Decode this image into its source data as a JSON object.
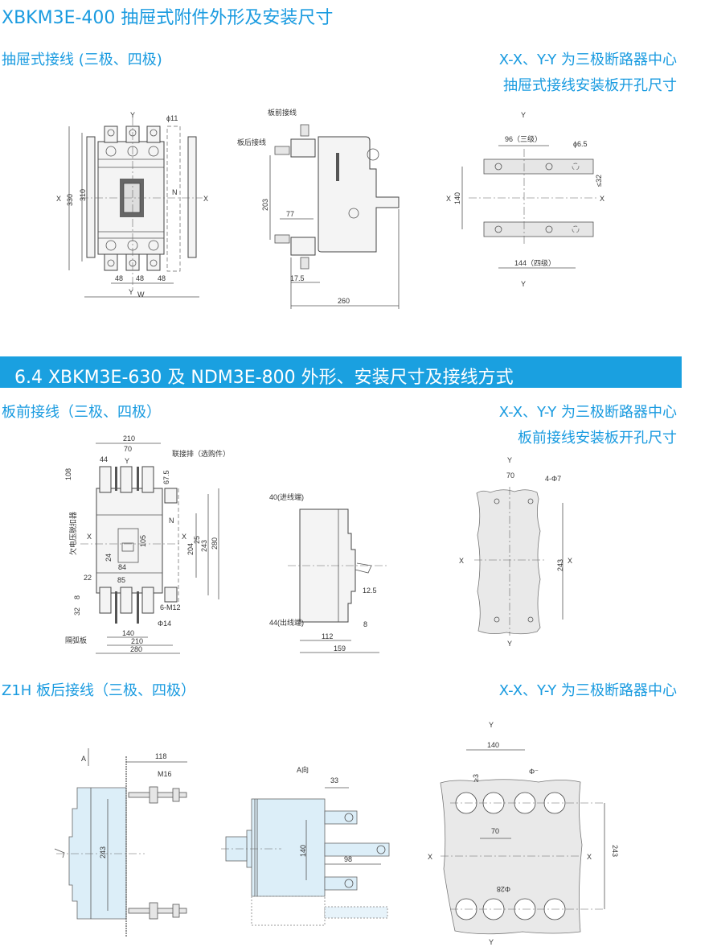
{
  "section1": {
    "title": "XBKM3E-400 抽屉式附件外形及安装尺寸",
    "subtitle_left": "抽屉式接线 (三极、四极)",
    "note_right": "X-X、Y-Y 为三极断路器中心",
    "note_right2": "抽屉式接线安装板开孔尺寸",
    "front_view": {
      "Y": "Y",
      "phi": "ϕ11",
      "X": "X",
      "dim330": "330",
      "dim310": "310",
      "N": "N",
      "d48a": "48",
      "d48b": "48",
      "d48c": "48",
      "W": "W"
    },
    "side_view": {
      "front_label": "板前接线",
      "rear_label": "板后接线",
      "dim203": "203",
      "dim77": "77",
      "dim175": "17.5",
      "dim260": "260"
    },
    "hole_view": {
      "Y": "Y",
      "dim96": "96（三级）",
      "phi": "ϕ6.5",
      "X": "X",
      "dim140": "140",
      "dim32": "≤32",
      "dim144": "144（四级）"
    }
  },
  "section2": {
    "bar_title": "6.4 XBKM3E-630 及 NDM3E-800 外形、安装尺寸及接线方式",
    "subtitle_left": "板前接线（三极、四极）",
    "note_right": "X-X、Y-Y 为三极断路器中心",
    "note_right2": "板前接线安装板开孔尺寸",
    "front_view": {
      "d210": "210",
      "d70": "70",
      "d44": "44",
      "Y": "Y",
      "d108": "108",
      "d675": "67.5",
      "busbar": "联接排（选购件）",
      "undervolt": "欠电压脱扣器",
      "X": "X",
      "N": "N",
      "d105": "105",
      "d24": "24",
      "d84": "84",
      "d22": "22",
      "d85": "85",
      "d204": "204",
      "d25": "25",
      "d243": "243",
      "d280v": "280",
      "d8": "8",
      "d32": "32",
      "m12": "6-M12",
      "phi14": "Φ14",
      "arc": "隔弧板",
      "d140": "140",
      "d210b": "210",
      "d280": "280"
    },
    "side_view": {
      "d40": "40(进线端)",
      "d44": "44(出线端)",
      "d125": "12.5",
      "d8": "8",
      "d112": "112",
      "d159": "159"
    },
    "hole_view": {
      "Y": "Y",
      "d70": "70",
      "phi": "4-Φ7",
      "X": "X",
      "d243": "243"
    }
  },
  "section3": {
    "subtitle_left": "Z1H 板后接线（三极、四极）",
    "note_right": "X-X、Y-Y 为三极断路器中心",
    "side_view": {
      "A": "A",
      "d118": "118",
      "m16": "M16",
      "d243": "243"
    },
    "a_view": {
      "title": "A向",
      "d33": "33",
      "d140": "140",
      "d98": "98"
    },
    "hole_view": {
      "Y": "Y",
      "d140": "140",
      "d3": "≥3",
      "phi": "Φ⁻",
      "d70": "70",
      "X": "X",
      "d243": "243",
      "phi28": "Φ28"
    }
  }
}
